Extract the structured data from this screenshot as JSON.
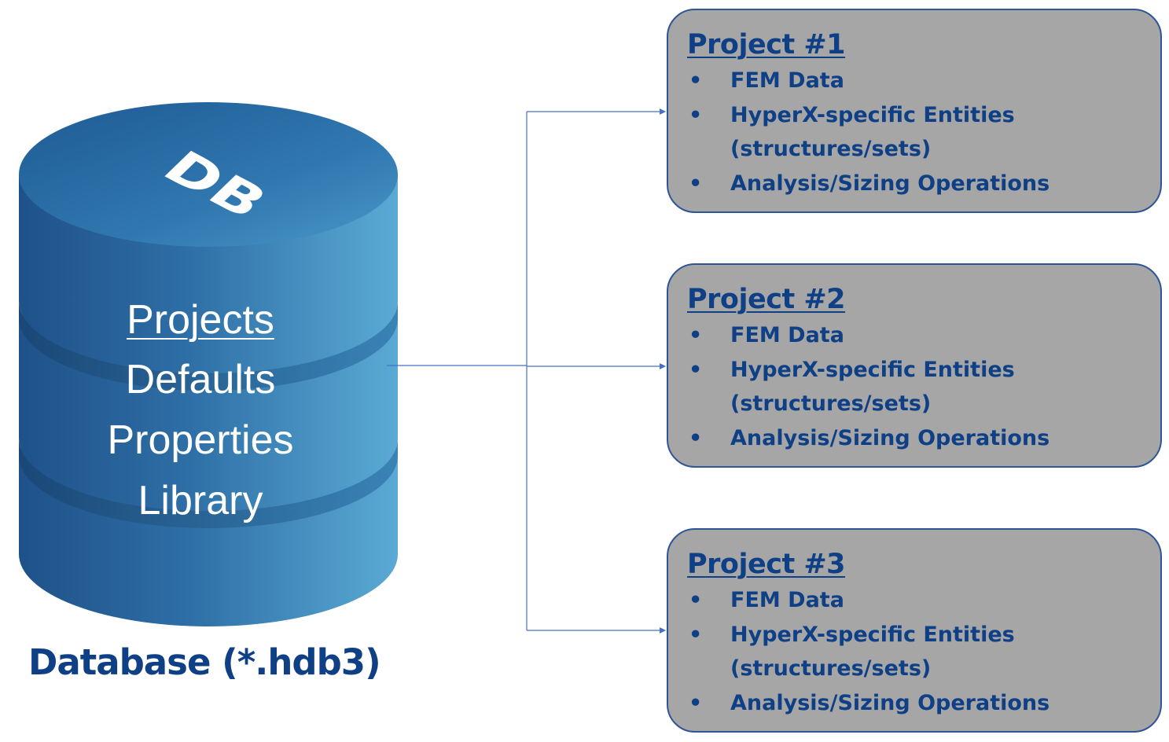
{
  "database": {
    "icon_text": "DB",
    "items": [
      "Projects",
      "Defaults",
      "Properties",
      "Library"
    ],
    "caption": "Database (*.hdb3)"
  },
  "projects": [
    {
      "title": "Project #1",
      "items": [
        "FEM Data",
        "HyperX-specific Entities",
        "(structures/sets)",
        "Analysis/Sizing Operations"
      ]
    },
    {
      "title": "Project #2",
      "items": [
        "FEM Data",
        "HyperX-specific Entities",
        "(structures/sets)",
        "Analysis/Sizing Operations"
      ]
    },
    {
      "title": "Project #3",
      "items": [
        "FEM Data",
        "HyperX-specific Entities",
        "(structures/sets)",
        "Analysis/Sizing Operations"
      ]
    }
  ],
  "colors": {
    "card_fill": "#a6a6a6",
    "card_border": "#2f5597",
    "text_navy": "#0f3f85",
    "cylinder_dark": "#23588f",
    "cylinder_light": "#5aa9d3",
    "connector": "#4472c4"
  }
}
